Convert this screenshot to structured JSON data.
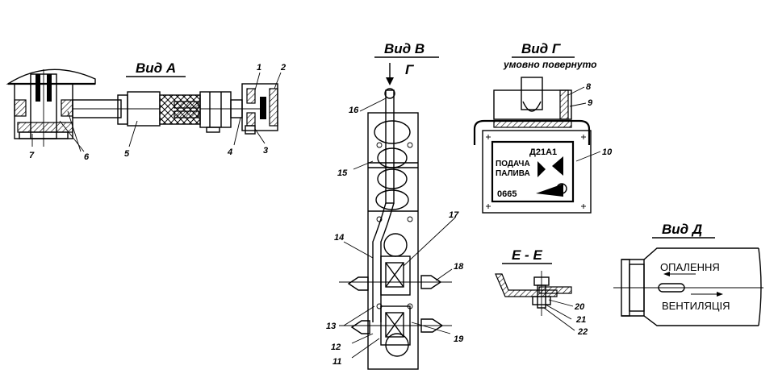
{
  "views": {
    "a": {
      "title": "Вид А"
    },
    "v": {
      "title": "Вид В",
      "arrow": "Г"
    },
    "g": {
      "title": "Вид Г",
      "note": "умовно повернуто"
    },
    "ee": {
      "title": "Е - Е"
    },
    "d": {
      "title": "Вид Д",
      "label_heating": "ОПАЛЕННЯ",
      "label_vent": "ВЕНТИЛЯЦІЯ"
    }
  },
  "plate": {
    "model": "Д21А1",
    "line1": "ПОДАЧА",
    "line2": "ПАЛИВА",
    "code": "0665"
  },
  "callouts": [
    "1",
    "2",
    "3",
    "4",
    "5",
    "6",
    "7",
    "8",
    "9",
    "10",
    "11",
    "12",
    "13",
    "14",
    "15",
    "16",
    "17",
    "18",
    "19",
    "20",
    "21",
    "22"
  ]
}
